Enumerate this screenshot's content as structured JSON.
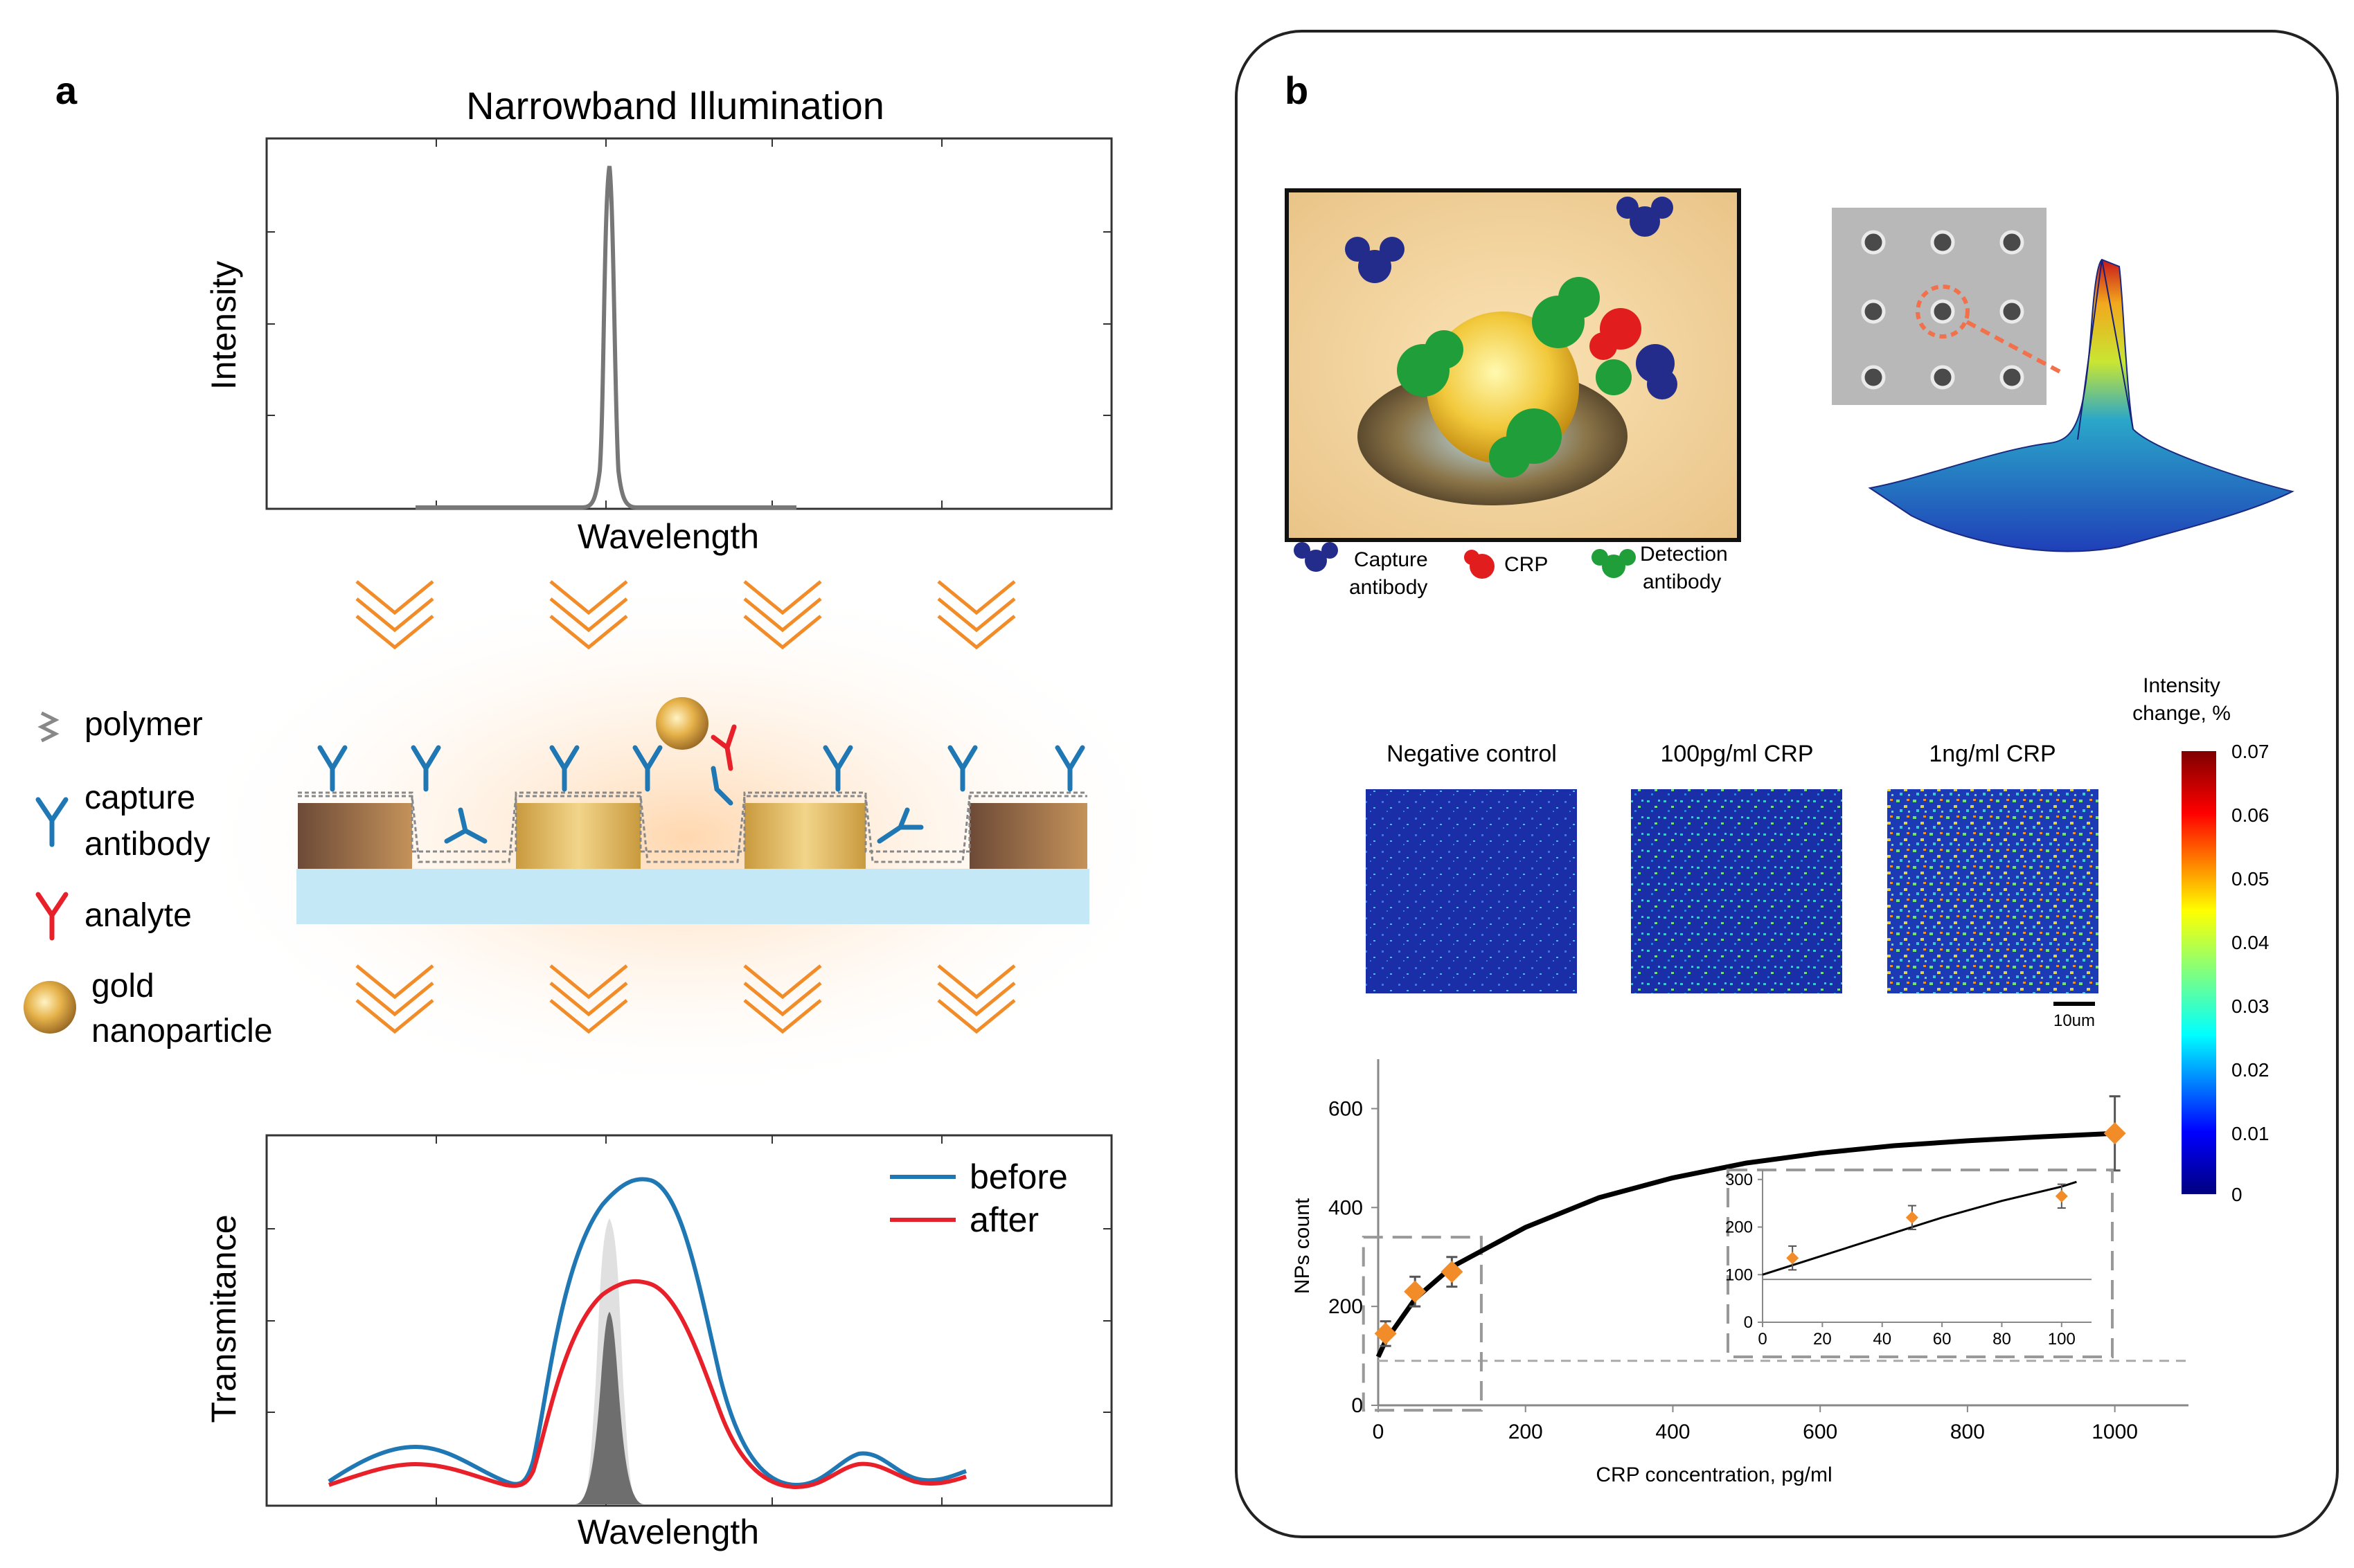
{
  "panel_a": {
    "label": "a",
    "illum_chart": {
      "title": "Narrowband Illumination",
      "ylabel": "Intensity",
      "xlabel": "Wavelength"
    },
    "legend": {
      "polymer": "polymer",
      "capture_1": "capture",
      "capture_2": "antibody",
      "analyte": "analyte",
      "gold_1": "gold",
      "gold_2": "nanoparticle"
    },
    "colors": {
      "antibody": "#1f77b4",
      "analyte": "#e8202a",
      "arrows": "#f28c28",
      "substrate": "#c5e8f7"
    },
    "trans_chart": {
      "ylabel": "Transmitance",
      "xlabel": "Wavelength",
      "series": [
        {
          "name": "before",
          "color": "#1f77b4"
        },
        {
          "name": "after",
          "color": "#e8202a"
        }
      ]
    }
  },
  "panel_b": {
    "label": "b",
    "schematic_legend": {
      "capture_1": "Capture",
      "capture_2": "antibody",
      "crp": "CRP",
      "detection_1": "Detection",
      "detection_2": "antibody"
    },
    "maps": {
      "titles": [
        "Negative control",
        "100pg/ml CRP",
        "1ng/ml CRP"
      ],
      "scalebar": "10um"
    },
    "colorbar": {
      "title_1": "Intensity",
      "title_2": "change, %",
      "ticks": [
        "0.07",
        "0.06",
        "0.05",
        "0.04",
        "0.03",
        "0.02",
        "0.01",
        "0"
      ]
    }
  },
  "chart_data": {
    "type": "scatter",
    "xlabel": "CRP concentration, pg/ml",
    "ylabel": "NPs count",
    "xlim": [
      0,
      1100
    ],
    "ylim": [
      0,
      700
    ],
    "x_ticks": [
      0,
      200,
      400,
      600,
      800,
      1000
    ],
    "y_ticks": [
      0,
      200,
      400,
      600
    ],
    "series": [
      {
        "x": [
          10,
          50,
          100,
          1000
        ],
        "y": [
          145,
          230,
          270,
          550
        ],
        "yerr": [
          25,
          30,
          30,
          75
        ]
      }
    ],
    "fit_curve": {
      "x": [
        0,
        10,
        50,
        100,
        200,
        300,
        400,
        500,
        600,
        700,
        800,
        900,
        1000
      ],
      "y": [
        98,
        130,
        215,
        280,
        360,
        420,
        460,
        490,
        510,
        525,
        535,
        543,
        550
      ]
    },
    "baseline_y": 90,
    "inset": {
      "xlim": [
        0,
        110
      ],
      "ylim": [
        0,
        320
      ],
      "x_ticks": [
        0,
        20,
        40,
        60,
        80,
        100
      ],
      "y_ticks": [
        0,
        100,
        200,
        300
      ],
      "x": [
        10,
        50,
        100
      ],
      "y": [
        135,
        220,
        265
      ],
      "yerr": [
        25,
        25,
        25
      ],
      "fit_curve": {
        "x": [
          0,
          20,
          40,
          60,
          80,
          100,
          105
        ],
        "y": [
          100,
          140,
          180,
          220,
          255,
          285,
          295
        ]
      },
      "baseline_y": 90
    }
  }
}
